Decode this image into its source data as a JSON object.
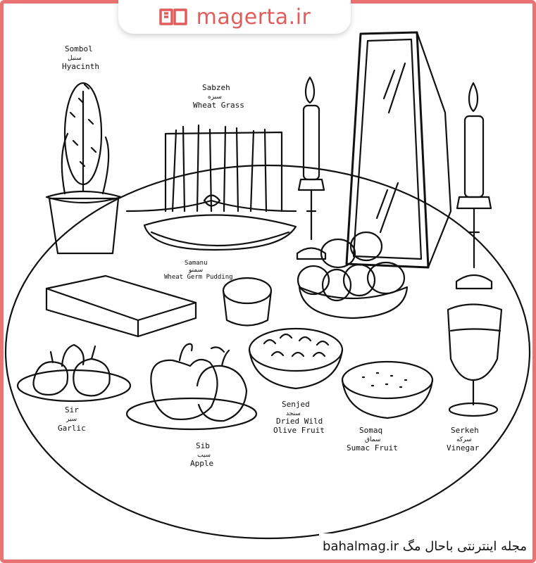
{
  "brand": {
    "site": "magerta.ir",
    "logo_icon": "open-book-icon",
    "color": "#e25c5c"
  },
  "footer": {
    "text": "مجله اینترنتی باحال مگ bahalmag.ir"
  },
  "colors": {
    "frame": "#e97272",
    "ink": "#111111"
  },
  "items": {
    "sombol": {
      "name": "Sombol",
      "fa": "سنبل",
      "en": "Hyacinth"
    },
    "sabzeh": {
      "name": "Sabzeh",
      "fa": "سبزه",
      "en": "Wheat Grass"
    },
    "samanu": {
      "name": "Samanu",
      "fa": "سمنو",
      "en": "Wheat Germ Pudding"
    },
    "sir": {
      "name": "Sir",
      "fa": "سیر",
      "en": "Garlic"
    },
    "sib": {
      "name": "Sib",
      "fa": "سیب",
      "en": "Apple"
    },
    "senjed": {
      "name": "Senjed",
      "fa": "سنجد",
      "en_line1": "Dried Wild",
      "en_line2": "Olive Fruit"
    },
    "somaq": {
      "name": "Somaq",
      "fa": "سماق",
      "en": "Sumac Fruit"
    },
    "serkeh": {
      "name": "Serkeh",
      "fa": "سرکه",
      "en": "Vinegar"
    }
  }
}
